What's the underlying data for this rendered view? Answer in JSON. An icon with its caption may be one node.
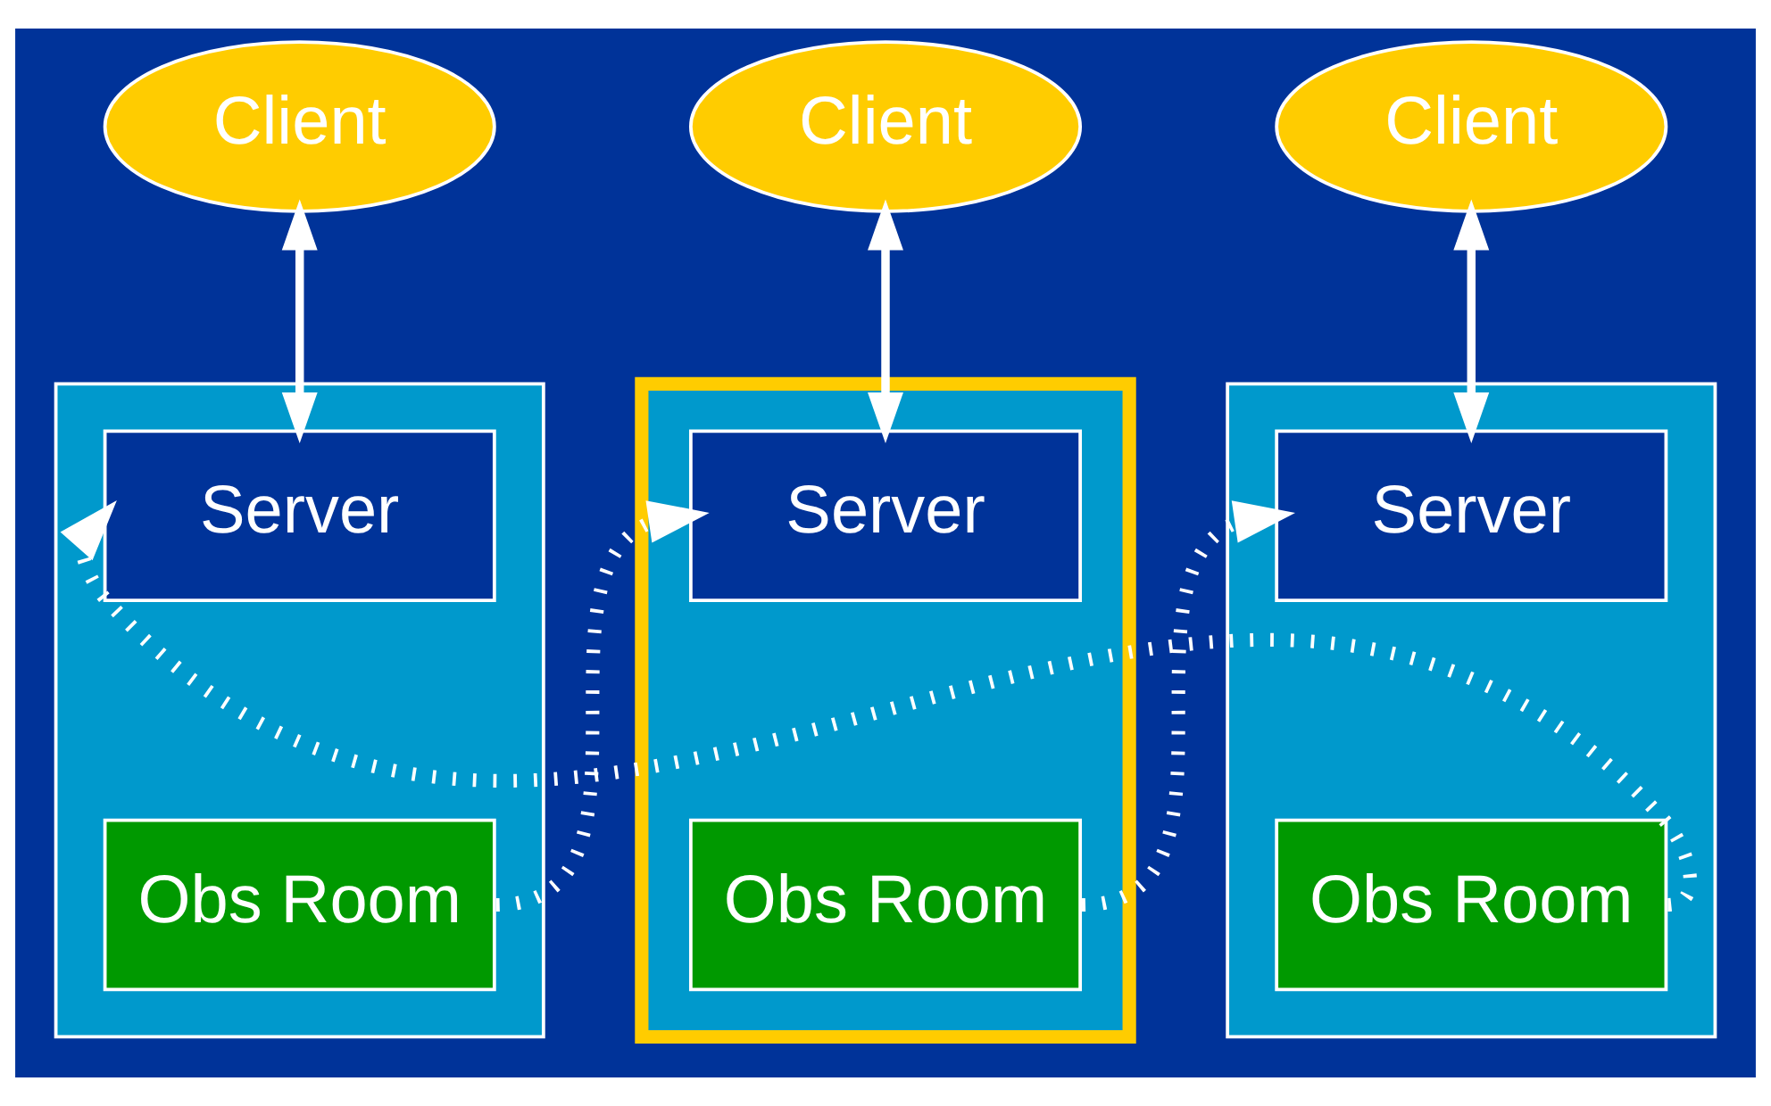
{
  "diagram": {
    "nodes": [
      {
        "text": [
          "Client"
        ]
      },
      {
        "text": [
          "Client"
        ]
      },
      {
        "text": [
          "Client"
        ]
      },
      {
        "text": [],
        "shape": "box"
      },
      {
        "text": [
          "Server"
        ],
        "in": 3
      },
      {
        "text": [
          "Obs Room"
        ],
        "in": 3
      },
      {
        "text": [],
        "shape": "box"
      },
      {
        "text": [
          "Server"
        ],
        "in": 6
      },
      {
        "text": [
          "Obs Room"
        ],
        "in": 6
      },
      {
        "text": [],
        "shape": "box"
      },
      {
        "text": [
          "Server"
        ],
        "in": 9
      },
      {
        "text": [
          "Obs Room"
        ],
        "in": 9
      }
    ],
    "edges": [
      {
        "from": 0,
        "to": 4,
        "arrow": "both"
      },
      {
        "from": 1,
        "to": 7,
        "arrow": "both"
      },
      {
        "from": 2,
        "to": 10,
        "arrow": "both"
      },
      {
        "from": 5,
        "to": 7,
        "arrow": "to",
        "style": "dashed"
      },
      {
        "from": 8,
        "to": 10,
        "arrow": "to",
        "style": "dashed"
      },
      {
        "from": 11,
        "to": 4,
        "arrow": "to",
        "style": "dashed"
      }
    ]
  }
}
